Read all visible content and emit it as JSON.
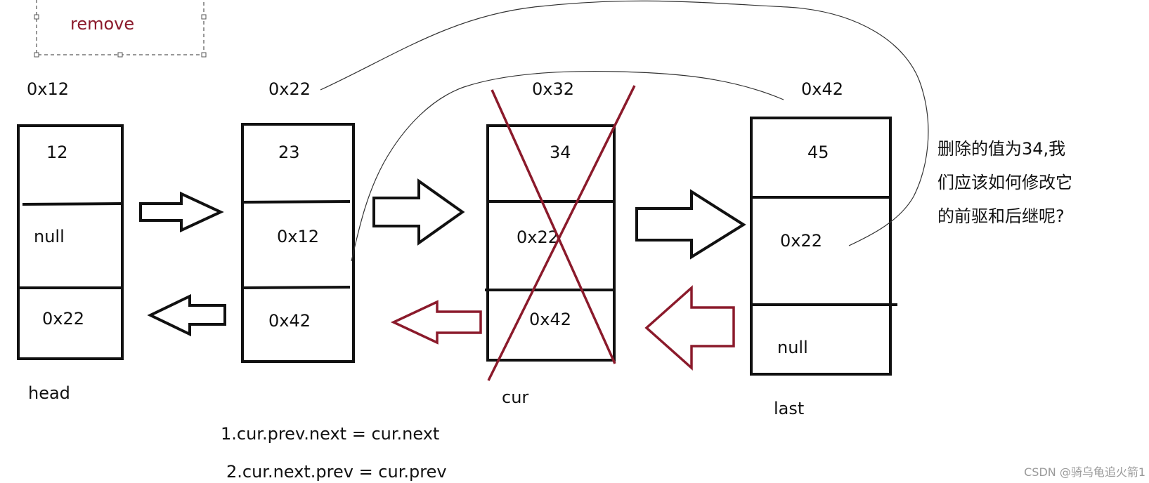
{
  "remove_label": "remove",
  "nodes": [
    {
      "addr": "0x12",
      "val": "12",
      "prev": "null",
      "next": "0x22",
      "caption": "head"
    },
    {
      "addr": "0x22",
      "val": "23",
      "prev": "0x12",
      "next": "0x42",
      "caption": ""
    },
    {
      "addr": "0x32",
      "val": "34",
      "prev": "0x22",
      "next": "0x42",
      "caption": "cur"
    },
    {
      "addr": "0x42",
      "val": "45",
      "prev": "0x22",
      "next": "null",
      "caption": "last"
    }
  ],
  "steps": [
    "1.cur.prev.next = cur.next",
    "2.cur.next.prev = cur.prev"
  ],
  "question_lines": [
    "删除的值为34,我",
    "们应该如何修改它",
    "的前驱和后继呢?"
  ],
  "watermark": "CSDN @骑乌龟追火箭1",
  "colors": {
    "removed": "#8b1a2b",
    "stroke": "#111111"
  }
}
